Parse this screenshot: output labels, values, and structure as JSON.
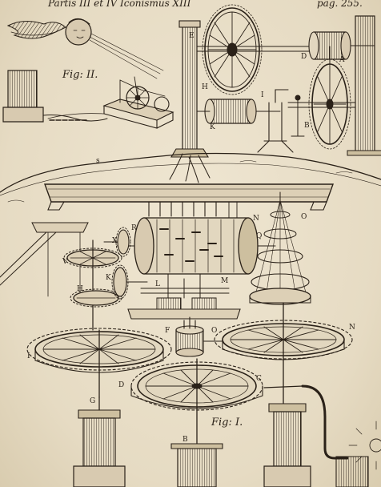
{
  "header": {
    "title": "Partis III et IV Iconismus XIII",
    "page": "pag. 255."
  },
  "captions": {
    "fig2": "Fig: II.",
    "fig1": "Fig: I."
  },
  "letters": {
    "E": "E",
    "D": "D",
    "A": "A",
    "I": "I",
    "K": "K",
    "H": "H",
    "B": "B",
    "s": "s",
    "N": "N",
    "O": "O",
    "R": "R",
    "Q": "Q",
    "V": "V",
    "X": "X",
    "K2": "K",
    "L": "L",
    "M": "M",
    "I2": "I",
    "F": "F",
    "G": "G",
    "B2": "B",
    "C": "C",
    "N2": "N",
    "D2": "D",
    "O2": "O",
    "H2": "H"
  },
  "colors": {
    "ink": "#2a2118",
    "paper": "#e9dfc9"
  }
}
